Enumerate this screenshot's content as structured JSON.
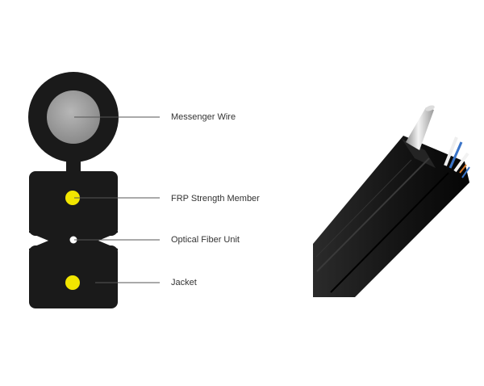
{
  "labels": {
    "messenger_wire": "Messenger Wire",
    "frp_strength_member": "FRP Strength Member",
    "optical_fiber_unit": "Optical Fiber Unit",
    "jacket": "Jacket"
  },
  "colors": {
    "jacket": "#1a1a1a",
    "messenger_wire": "#9b9b9b",
    "frp_strength_member": "#f2e600",
    "optical_fiber_unit": "#ffffff",
    "leader_line": "#555555",
    "fiber_blue": "#3a74c8",
    "fiber_orange": "#d8782a"
  }
}
